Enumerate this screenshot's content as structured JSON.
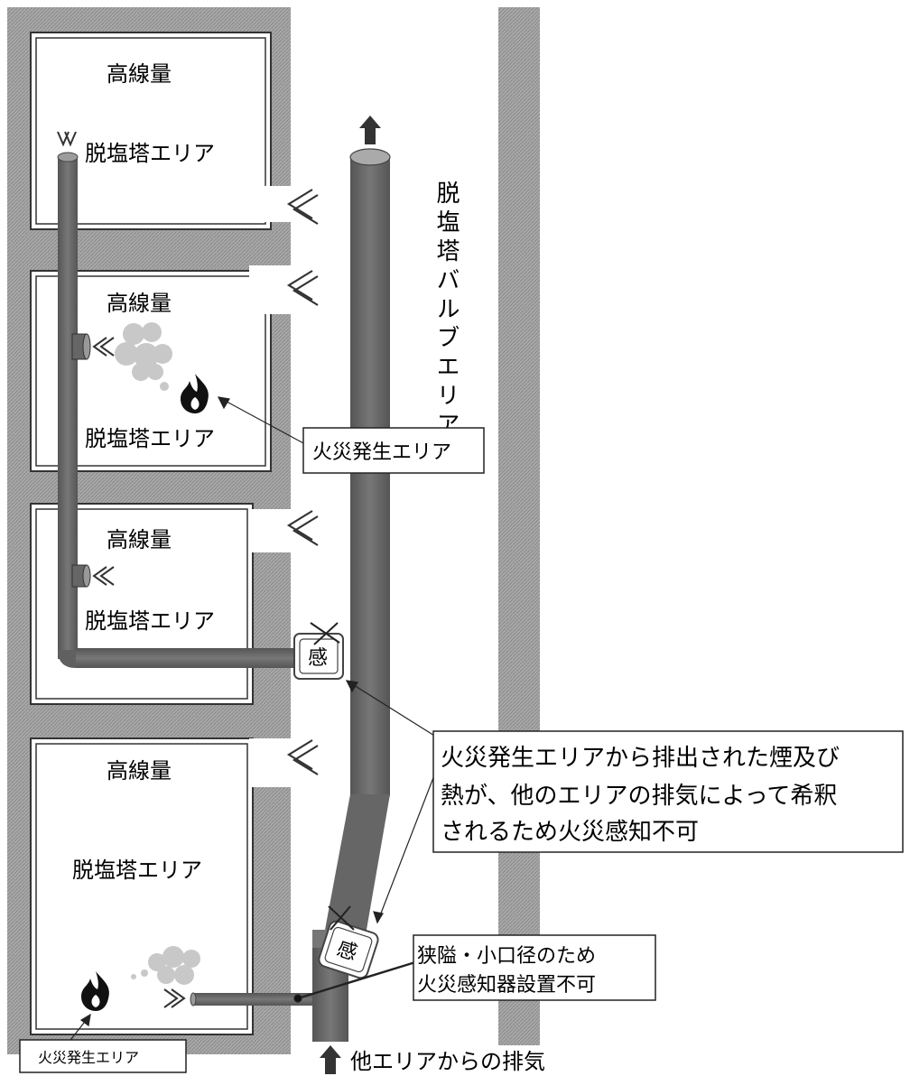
{
  "colors": {
    "wall": "#9a9a9a",
    "pipe": "#6e6e6e",
    "pipe_dark": "#4a4a4a",
    "pipe_light": "#9c9c9c",
    "smoke": "#c4c4c4",
    "background": "#ffffff",
    "ink": "#000000"
  },
  "rooms": [
    {
      "top_label": "高線量",
      "bottom_label": "脱塩塔エリア"
    },
    {
      "top_label": "高線量",
      "bottom_label": "脱塩塔エリア"
    },
    {
      "top_label": "高線量",
      "bottom_label": "脱塩塔エリア"
    },
    {
      "top_label": "高線量",
      "bottom_label": "脱塩塔エリア"
    }
  ],
  "valve_area_label": "脱塩塔バルブエリア",
  "sensor_label": "感",
  "callouts": {
    "fire_area_upper": "火災発生エリア",
    "fire_area_lower": "火災発生エリア",
    "dilution_note": [
      "火災発生エリアから排出された煙及び",
      "熱が、他のエリアの排気によって希釈",
      "されるため火災感知不可"
    ],
    "narrow_note": [
      "狭隘・小口径のため",
      "火災感知器設置不可"
    ],
    "exhaust_inlet": "他エリアからの排気"
  },
  "icons": [
    "flame-icon",
    "smoke-icon",
    "airflow-arrow-icon",
    "up-arrow-icon",
    "cross-mark-icon"
  ]
}
